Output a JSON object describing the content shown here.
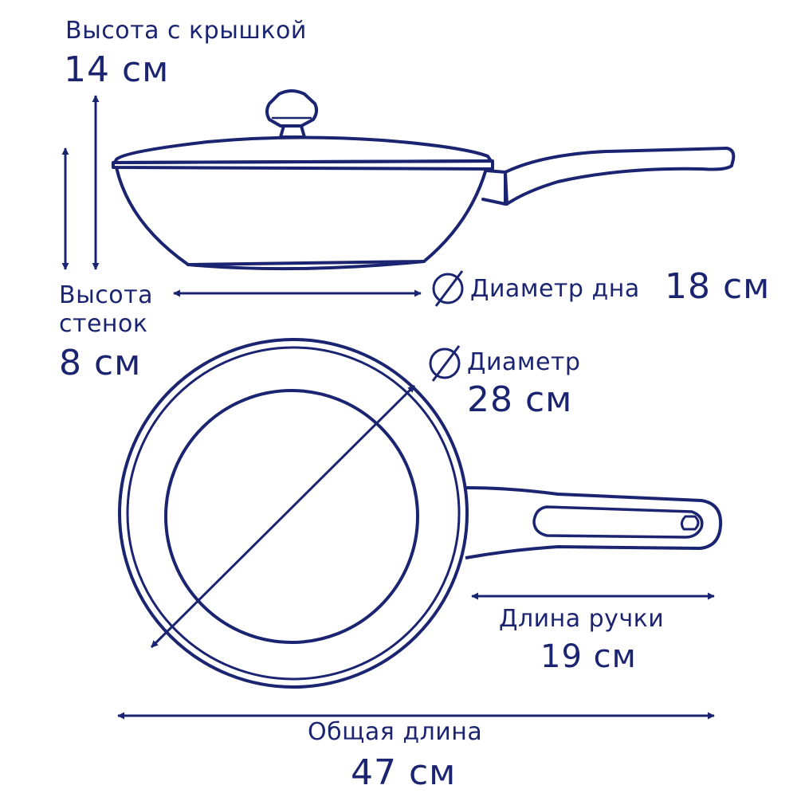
{
  "colors": {
    "ink": "#1b2470",
    "background": "#ffffff"
  },
  "icons": [
    "diameter-symbol-icon",
    "arrow-icon"
  ],
  "labels": {
    "height_with_lid_title": "Высота с крышкой",
    "height_with_lid_value": "14 см",
    "wall_height_title_1": "Высота",
    "wall_height_title_2": "стенок",
    "wall_height_value": "8 см",
    "bottom_diameter_title": "Диаметр дна",
    "bottom_diameter_value": "18 см",
    "diameter_title": "Диаметр",
    "diameter_value": "28 см",
    "handle_length_title": "Длина ручки",
    "handle_length_value": "19 см",
    "total_length_title": "Общая длина",
    "total_length_value": "47 см"
  }
}
